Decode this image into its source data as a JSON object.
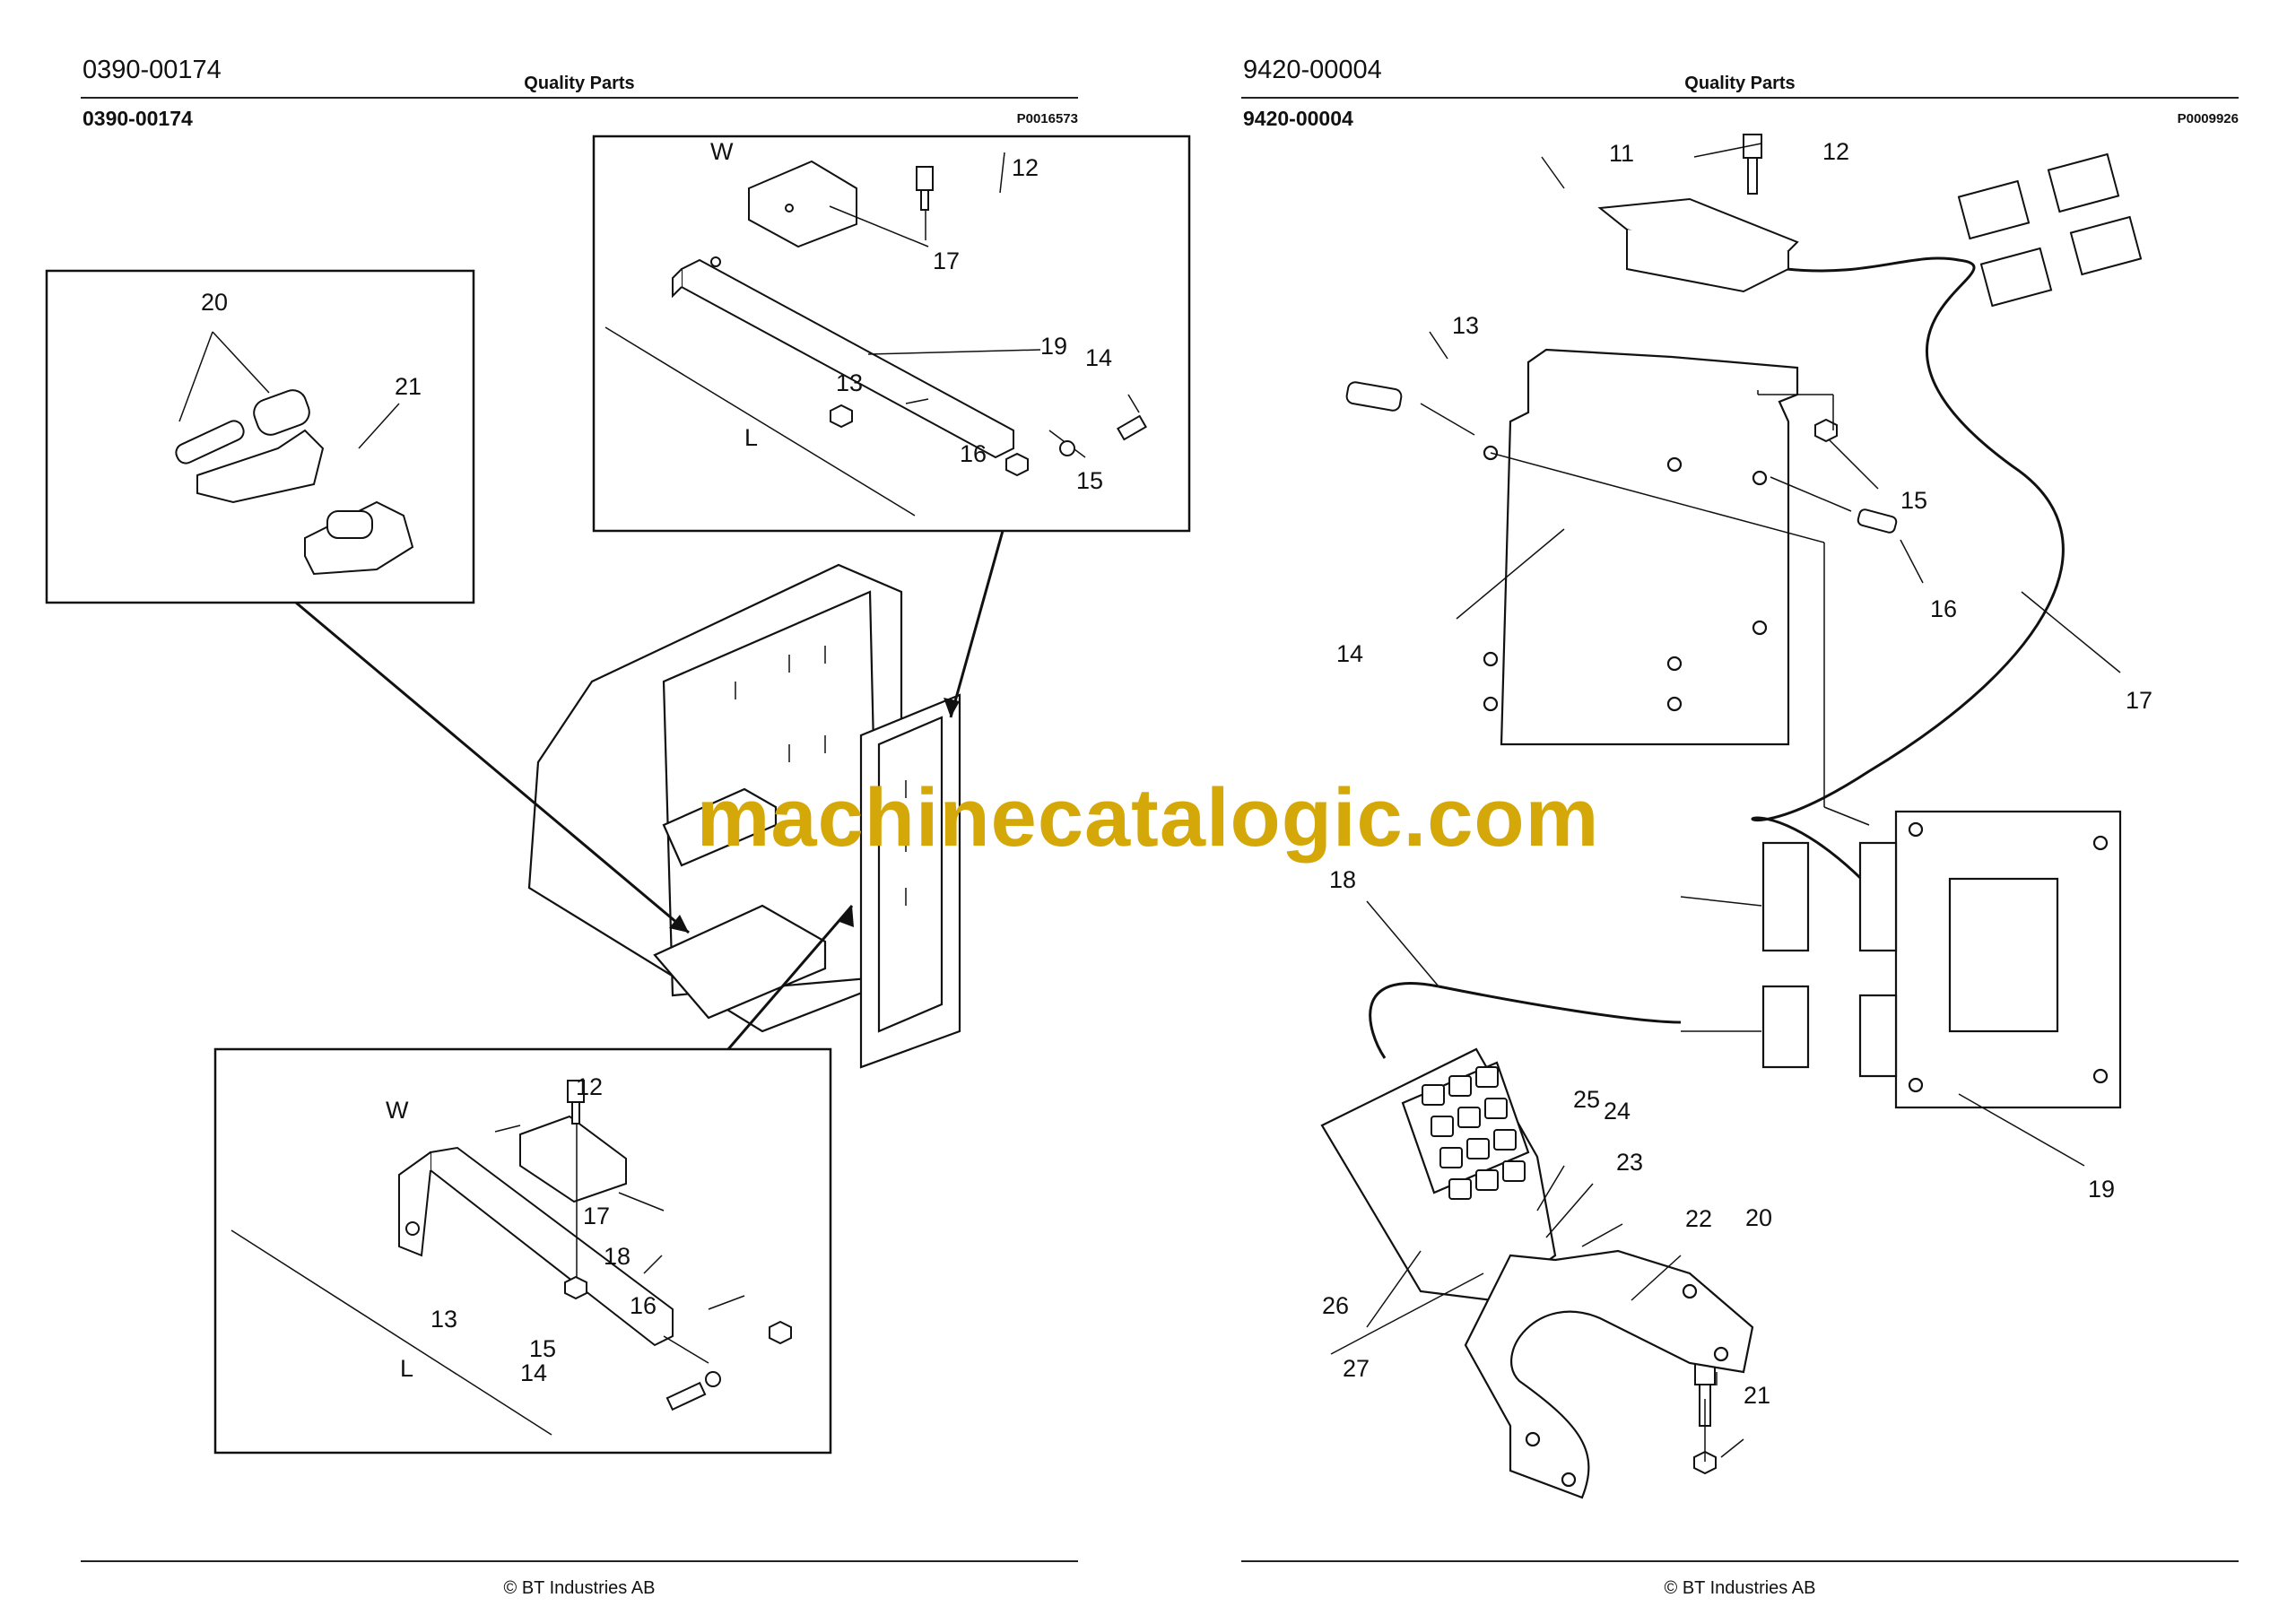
{
  "left_page": {
    "part_number_top": "0390-00174",
    "header": "Quality Parts",
    "part_number_sub": "0390-00174",
    "figure_id": "P0016573",
    "footer": "© BT Industries AB",
    "callouts": [
      "W",
      "12",
      "17",
      "19",
      "13",
      "L",
      "14",
      "16",
      "15",
      "20",
      "21",
      "W",
      "12",
      "17",
      "18",
      "16",
      "13",
      "15",
      "14",
      "L"
    ]
  },
  "right_page": {
    "part_number_top": "9420-00004",
    "header": "Quality Parts",
    "part_number_sub": "9420-00004",
    "figure_id": "P0009926",
    "footer": "© BT Industries AB",
    "callouts": [
      "11",
      "12",
      "13",
      "15",
      "16",
      "14",
      "17",
      "18",
      "19",
      "25",
      "24",
      "23",
      "22",
      "20",
      "26",
      "27",
      "21"
    ]
  },
  "watermark": "machinecatalogic.com"
}
